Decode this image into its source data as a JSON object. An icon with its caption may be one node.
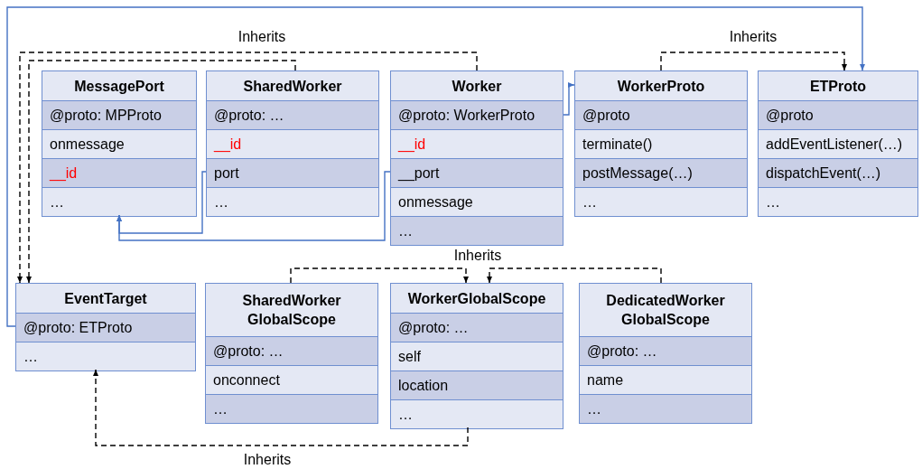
{
  "diagram": {
    "nodes": [
      {
        "text": [
          "MessagePort"
        ]
      },
      {
        "text": [
          "@proto: MPProto"
        ],
        "in": 0
      },
      {
        "text": [
          "onmessage"
        ],
        "in": 0
      },
      {
        "text": [
          "__id"
        ],
        "in": 0
      },
      {
        "text": [
          "…"
        ],
        "in": 0
      },
      {
        "text": [
          "SharedWorker"
        ]
      },
      {
        "text": [
          "@proto: …"
        ],
        "in": 5
      },
      {
        "text": [
          "__id"
        ],
        "in": 5
      },
      {
        "text": [
          "port"
        ],
        "in": 5
      },
      {
        "text": [
          "…"
        ],
        "in": 5
      },
      {
        "text": [
          "Worker"
        ]
      },
      {
        "text": [
          "@proto: WorkerProto"
        ],
        "in": 10
      },
      {
        "text": [
          "__id"
        ],
        "in": 10
      },
      {
        "text": [
          "__port"
        ],
        "in": 10
      },
      {
        "text": [
          "onmessage"
        ],
        "in": 10
      },
      {
        "text": [
          "…"
        ],
        "in": 10
      },
      {
        "text": [
          "WorkerProto"
        ]
      },
      {
        "text": [
          "@proto"
        ],
        "in": 16
      },
      {
        "text": [
          "terminate()"
        ],
        "in": 16
      },
      {
        "text": [
          "postMessage(…)"
        ],
        "in": 16
      },
      {
        "text": [
          "…"
        ],
        "in": 16
      },
      {
        "text": [
          "ETProto"
        ]
      },
      {
        "text": [
          "@proto"
        ],
        "in": 21
      },
      {
        "text": [
          "addEventListener(…)"
        ],
        "in": 21
      },
      {
        "text": [
          "dispatchEvent(…)"
        ],
        "in": 21
      },
      {
        "text": [
          "…"
        ],
        "in": 21
      },
      {
        "text": [
          "EventTarget"
        ]
      },
      {
        "text": [
          "@proto: ETProto"
        ],
        "in": 26
      },
      {
        "text": [
          "…"
        ],
        "in": 26
      },
      {
        "text": [
          "SharedWorker GlobalScope"
        ]
      },
      {
        "text": [
          "@proto: …"
        ],
        "in": 29
      },
      {
        "text": [
          "onconnect"
        ],
        "in": 29
      },
      {
        "text": [
          "…"
        ],
        "in": 29
      },
      {
        "text": [
          "WorkerGlobalScope"
        ]
      },
      {
        "text": [
          "@proto: …"
        ],
        "in": 33
      },
      {
        "text": [
          "self"
        ],
        "in": 33
      },
      {
        "text": [
          "location"
        ],
        "in": 33
      },
      {
        "text": [
          "…"
        ],
        "in": 33
      },
      {
        "text": [
          "DedicatedWorker GlobalScope"
        ]
      },
      {
        "text": [
          "@proto: …"
        ],
        "in": 38
      },
      {
        "text": [
          "name"
        ],
        "in": 38
      },
      {
        "text": [
          "…"
        ],
        "in": 38
      }
    ],
    "edges": [
      {
        "from": 10,
        "to": 26,
        "arrow": "to",
        "style": "dashed",
        "label": "Inherits"
      },
      {
        "from": 5,
        "to": 26,
        "arrow": "to",
        "style": "dashed"
      },
      {
        "from": 16,
        "to": 21,
        "arrow": "to",
        "style": "dashed",
        "label": "Inherits"
      },
      {
        "from": 29,
        "to": 33,
        "arrow": "to",
        "style": "dashed",
        "label": "Inherits"
      },
      {
        "from": 38,
        "to": 33,
        "arrow": "to",
        "style": "dashed"
      },
      {
        "from": 33,
        "to": 26,
        "arrow": "to",
        "style": "dashed",
        "label": "Inherits"
      },
      {
        "from": 27,
        "to": 21,
        "arrow": "to",
        "color": "#4472c4"
      },
      {
        "from": 11,
        "to": 16,
        "arrow": "to",
        "color": "#4472c4"
      },
      {
        "from": 8,
        "to": 0,
        "arrow": "to",
        "color": "#4472c4"
      },
      {
        "from": 13,
        "to": 0,
        "arrow": "to",
        "color": "#4472c4"
      }
    ]
  }
}
